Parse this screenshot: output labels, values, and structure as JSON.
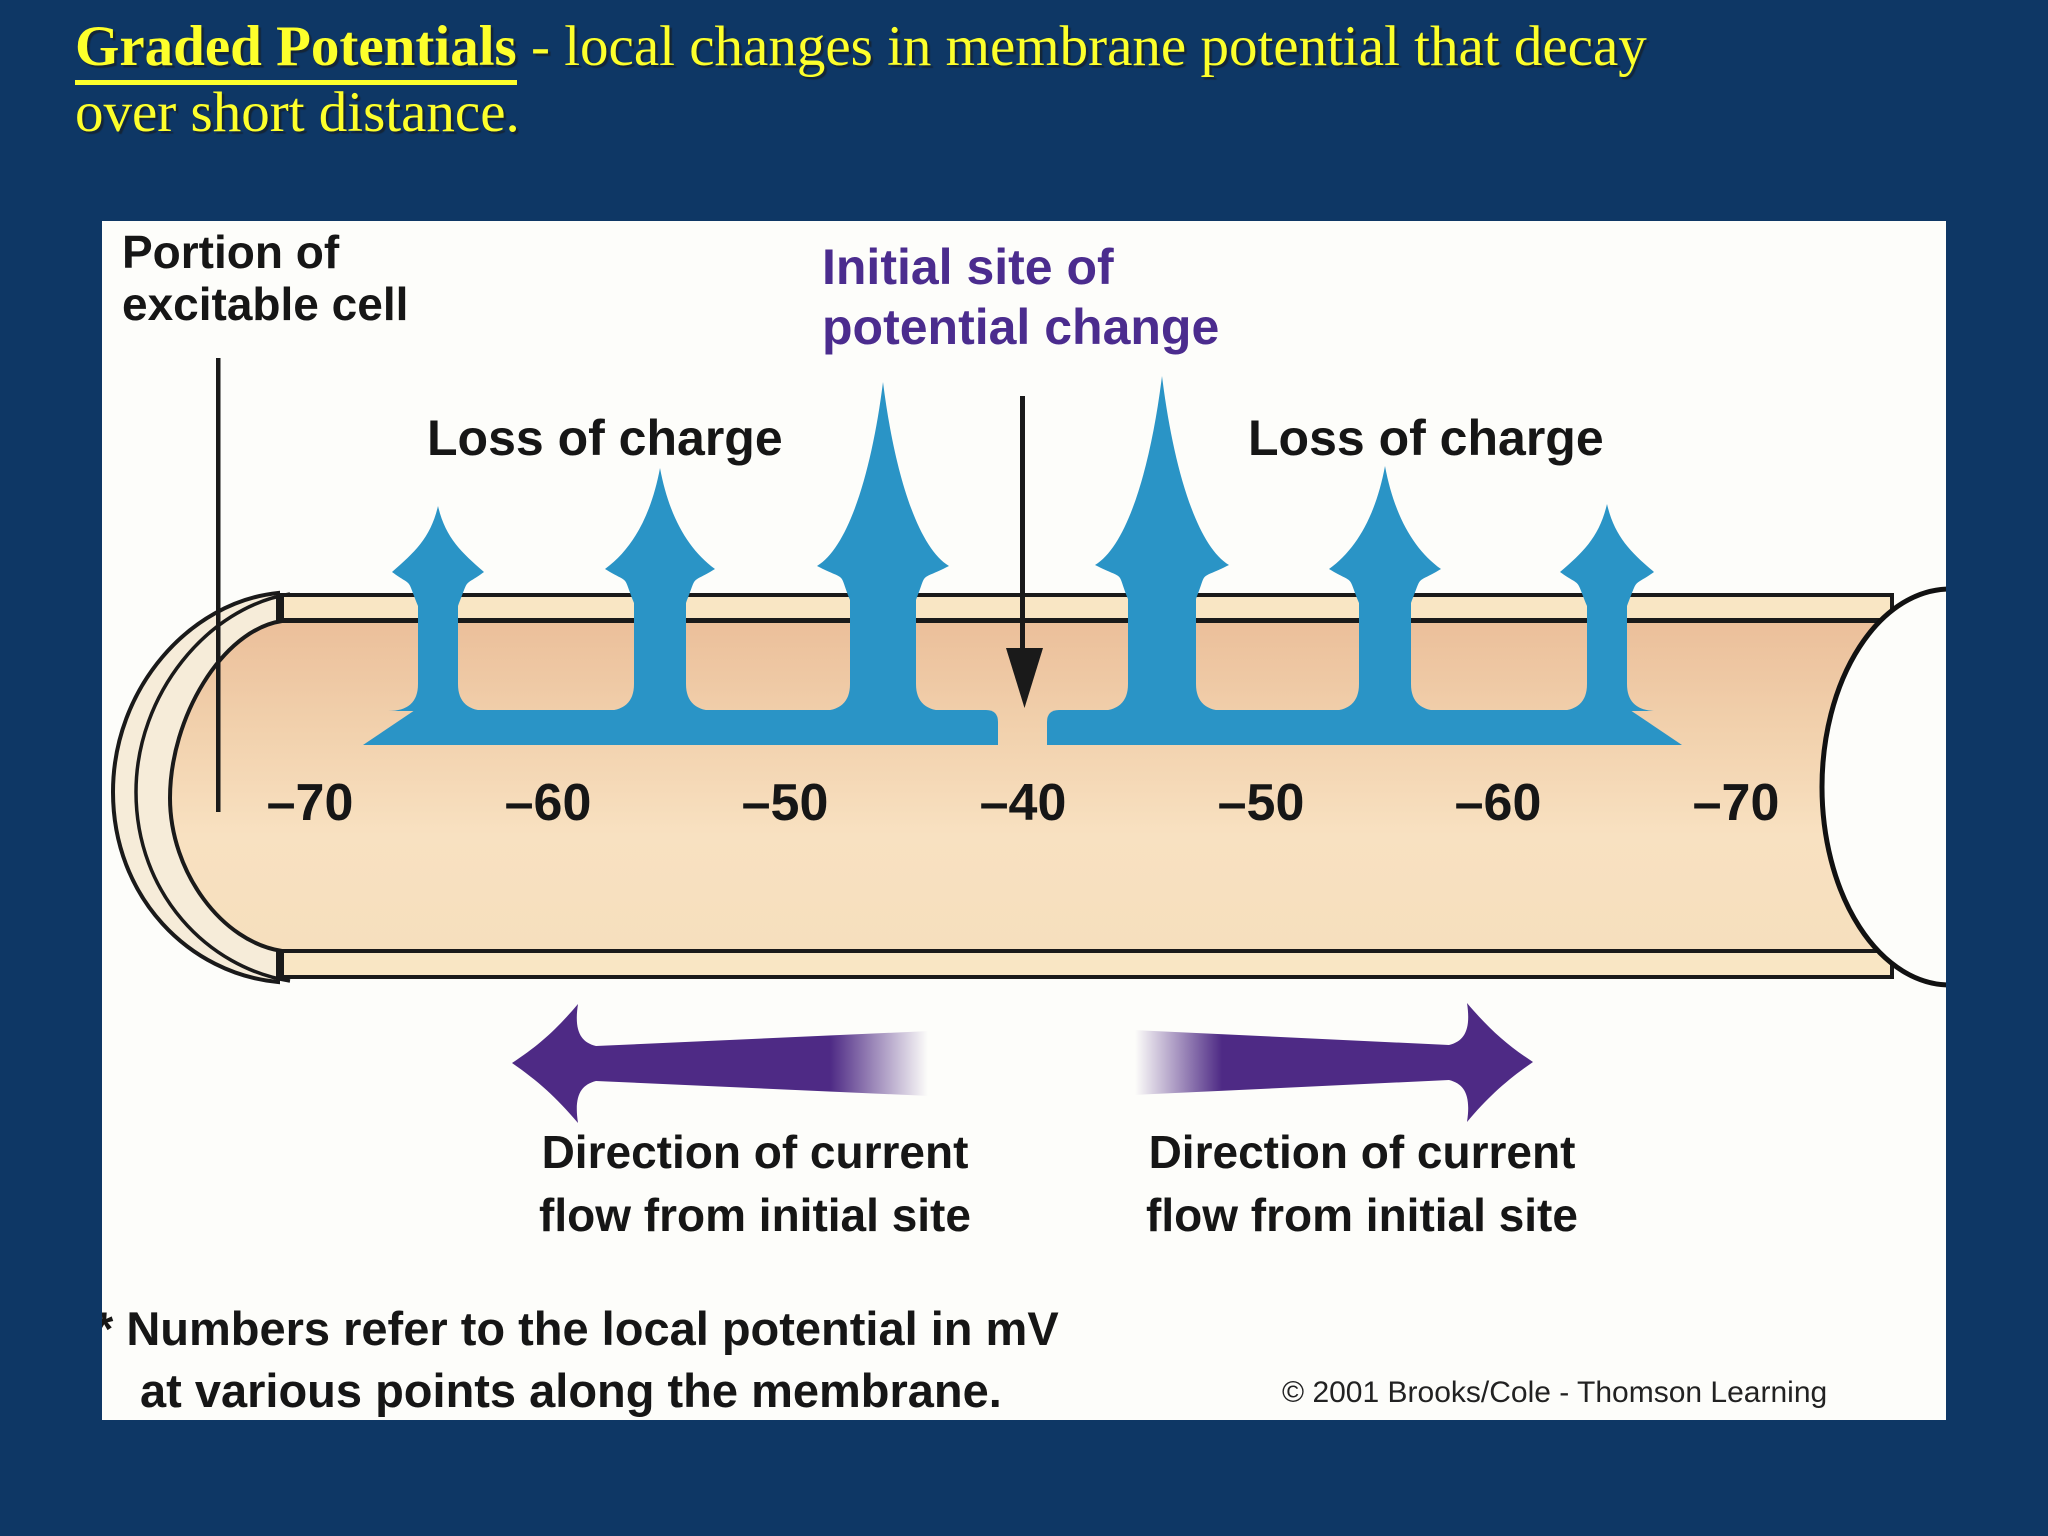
{
  "slide": {
    "title_term": "Graded Potentials",
    "title_rest": " - local changes in membrane potential that decay",
    "title_line2": "over short distance."
  },
  "figure": {
    "labels": {
      "portion_line1": "Portion of",
      "portion_line2": "excitable cell",
      "initial_line1": "Initial site of",
      "initial_line2": "potential change",
      "loss_left": "Loss of charge",
      "loss_right": "Loss of charge",
      "direction_left_line1": "Direction of current",
      "direction_left_line2": "flow from initial site",
      "direction_right_line1": "Direction of current",
      "direction_right_line2": "flow from initial site",
      "note_line1": "* Numbers refer to the local potential in mV",
      "note_line2": "at various points along the membrane.",
      "copyright": "© 2001 Brooks/Cole - Thomson Learning"
    },
    "potentials": [
      "–70",
      "–60",
      "–50",
      "–40",
      "–50",
      "–60",
      "–70"
    ],
    "potentials_mV": [
      -70,
      -60,
      -50,
      -40,
      -50,
      -60,
      -70
    ],
    "unit": "mV",
    "colors": {
      "slide_background": "#0e3765",
      "title_yellow": "#fdff2b",
      "panel_white": "#fdfdfa",
      "charge_arrow_blue": "#2a94c6",
      "current_arrow_purple": "#4e2a85",
      "initial_site_text_purple": "#4b2c8e",
      "membrane_cream": "#f9e6c4",
      "cytoplasm_tan": "#f0cda8",
      "line_black": "#1a1a1a"
    }
  }
}
